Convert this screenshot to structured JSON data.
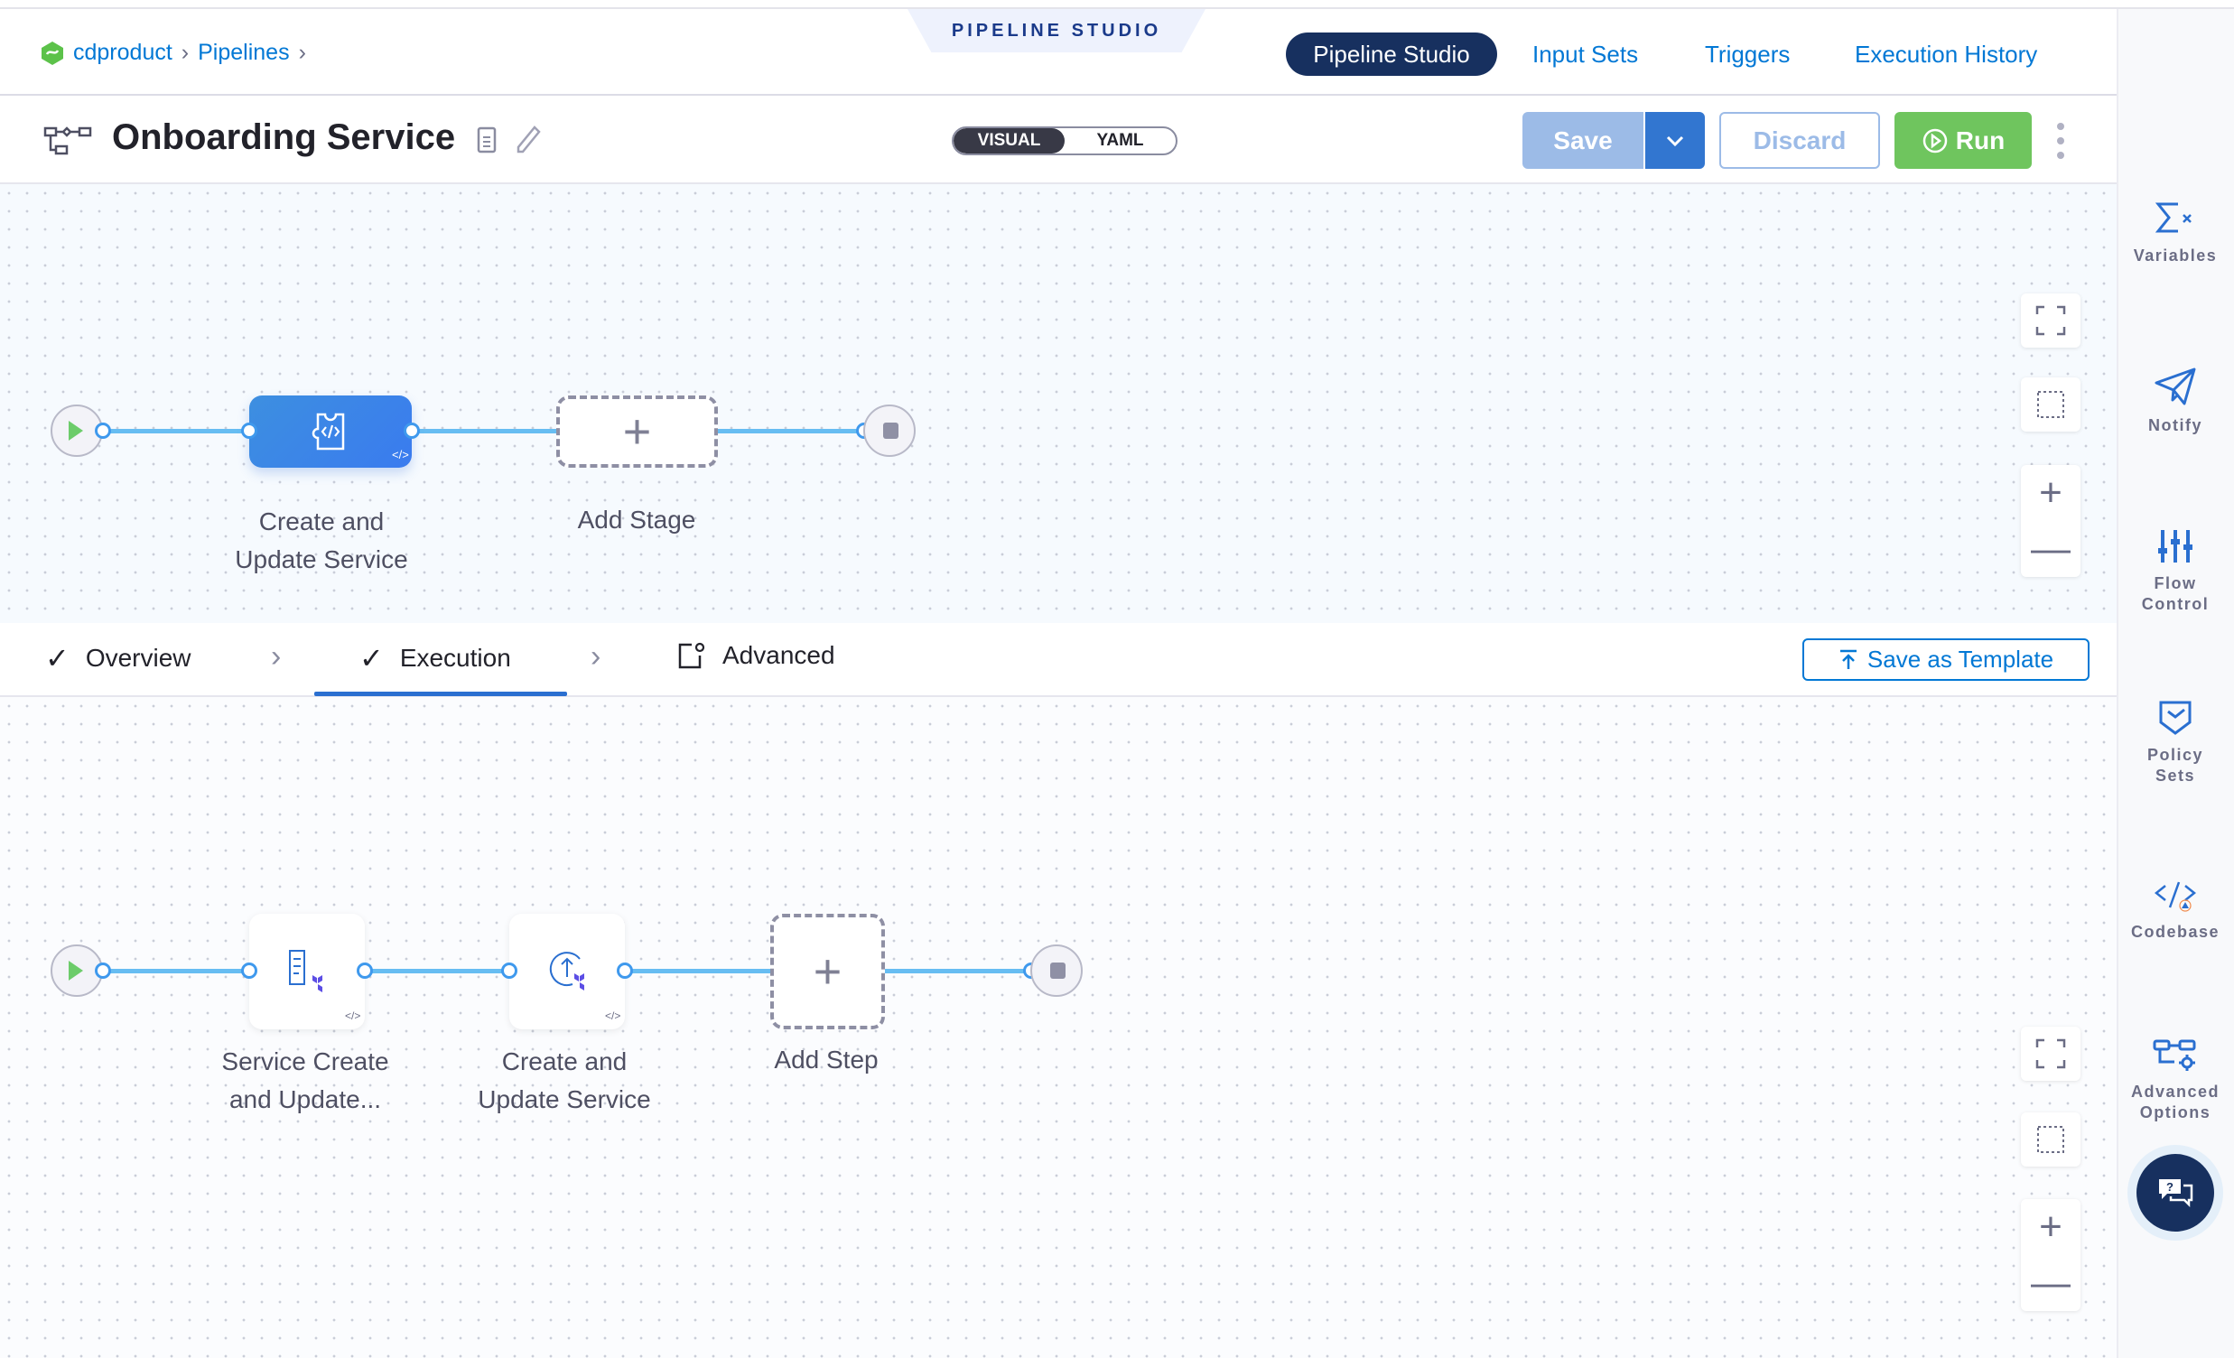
{
  "breadcrumb": {
    "items": [
      "cdproduct",
      "Pipelines"
    ]
  },
  "studio_flag": "PIPELINE STUDIO",
  "nav": {
    "tabs": [
      "Pipeline Studio",
      "Input Sets",
      "Triggers",
      "Execution History"
    ],
    "active": "Pipeline Studio"
  },
  "pipeline": {
    "title": "Onboarding Service"
  },
  "view_toggle": {
    "options": [
      "VISUAL",
      "YAML"
    ],
    "selected": "VISUAL"
  },
  "actions": {
    "save": "Save",
    "discard": "Discard",
    "run": "Run"
  },
  "stage_graph": {
    "stages": [
      {
        "name": "Create and Update Service",
        "line1": "Create and",
        "line2": "Update Service",
        "selected": true
      }
    ],
    "add_label": "Add Stage"
  },
  "stage_tabs": {
    "tabs": [
      {
        "label": "Overview",
        "done": true
      },
      {
        "label": "Execution",
        "done": true,
        "active": true
      },
      {
        "label": "Advanced"
      }
    ],
    "save_template": "Save as Template"
  },
  "step_graph": {
    "steps": [
      {
        "name": "Service Create and Update...",
        "line1": "Service Create",
        "line2": "and Update..."
      },
      {
        "name": "Create and Update Service",
        "line1": "Create and",
        "line2": "Update Service"
      }
    ],
    "add_label": "Add Step"
  },
  "sidebar": {
    "items": [
      {
        "label1": "Variables",
        "icon": "variables-icon"
      },
      {
        "label1": "Notify",
        "icon": "paper-plane-icon"
      },
      {
        "label1": "Flow",
        "label2": "Control",
        "icon": "sliders-icon"
      },
      {
        "label1": "Policy",
        "label2": "Sets",
        "icon": "shield-check-icon"
      },
      {
        "label1": "Codebase",
        "icon": "code-icon"
      },
      {
        "label1": "Advanced",
        "label2": "Options",
        "icon": "advanced-options-icon"
      }
    ]
  },
  "colors": {
    "accent": "#0278d5",
    "nav_active": "#17305f",
    "run": "#6fc55e",
    "save": "#9cbbe7",
    "edge": "#67bdf2"
  }
}
